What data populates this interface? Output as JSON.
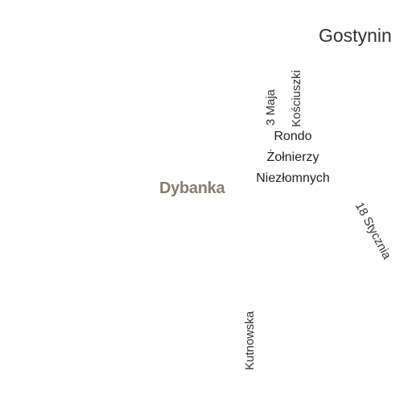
{
  "map": {
    "city_label": "Gostynin",
    "district_label": "Dybanka",
    "poi_label_lines": [
      "Rondo",
      "Żołnierzy",
      "Niezłomnych"
    ],
    "streets": {
      "kosciuszki": "Kościuszki",
      "trzeciego_maja": "3 Maja",
      "osiemnastego_stycznia": "18 Stycznia",
      "kutnowska": "Kutnowska"
    },
    "colors": {
      "background": "#ffffff",
      "district_label": "#8a7b6d",
      "label_text": "#333333"
    }
  }
}
